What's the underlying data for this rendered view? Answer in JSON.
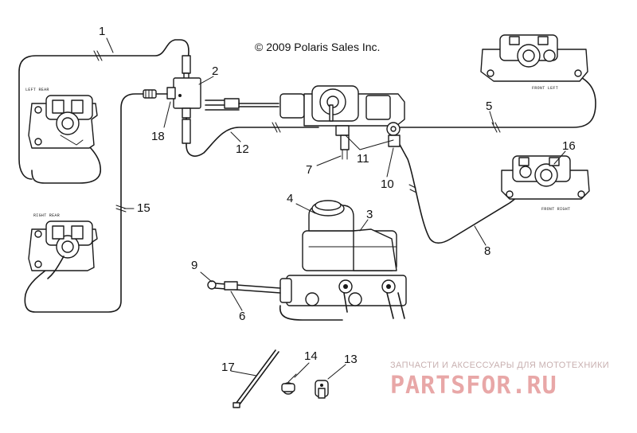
{
  "copyright": "© 2009 Polaris Sales Inc.",
  "labels": {
    "left_rear": "LEFT REAR",
    "right_rear": "RIGHT REAR",
    "front_left": "FRONT LEFT",
    "front_right": "FRONT RIGHT"
  },
  "callouts": [
    "1",
    "2",
    "3",
    "4",
    "5",
    "6",
    "7",
    "8",
    "9",
    "10",
    "11",
    "12",
    "13",
    "14",
    "15",
    "16",
    "17",
    "18"
  ],
  "watermark": {
    "tagline": "ЗАПЧАСТИ И АКСЕССУАРЫ ДЛЯ МОТОТЕХНИКИ",
    "brand": "PARTSFOR.RU"
  }
}
